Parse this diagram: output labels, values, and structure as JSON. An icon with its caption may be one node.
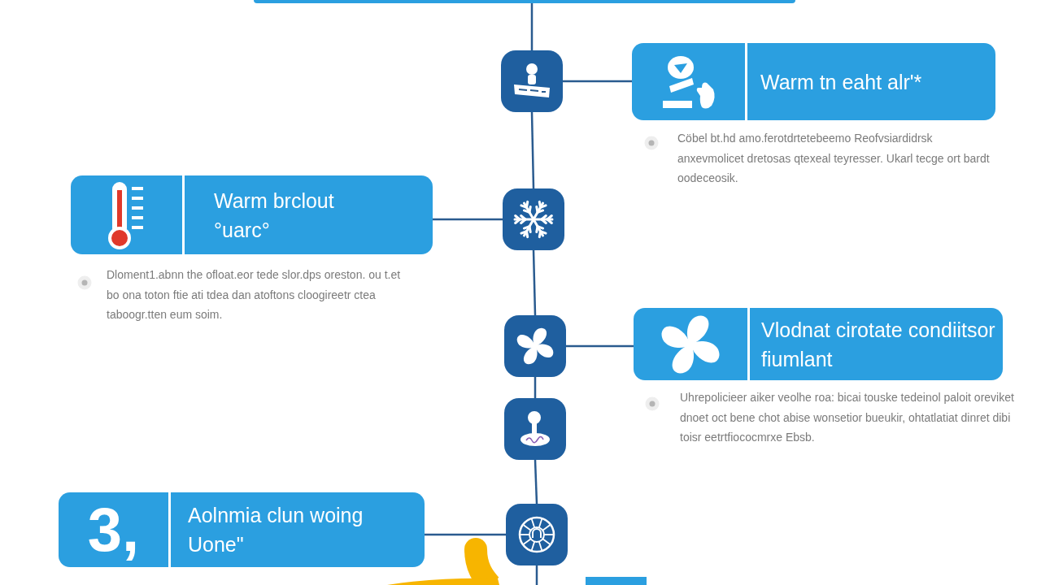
{
  "diagram": {
    "nodes": [
      {
        "text": [],
        "shape": "bar"
      },
      {
        "text": [],
        "shape": "box"
      },
      {
        "text": [
          "Warm tn eaht alr'*"
        ],
        "beside": [
          "Cöbel bt.hd amo.ferotdrtetebeemo Reofvsiardidrsk anxevmolicet dretosas qtexeal teyresser. Ukarl tecge ort bardt oodeceosik."
        ]
      },
      {
        "text": [
          "Warm brclout °uarc°"
        ],
        "beside": [
          "Dloment1.abnn the ofloat.eor tede slor.dps oreston. ou t.et bo ona toton ftie ati tdea dan atoftons cloogireetr ctea taboogr.tten eum soim."
        ]
      },
      {
        "text": [],
        "shape": "box"
      },
      {
        "text": [],
        "shape": "box"
      },
      {
        "text": [
          "Vlodnat cirotate condiitsor fiumlant"
        ],
        "beside": [
          "Uhrepolicieer aiker veolhe roa: bicai touske tedeinol paloit oreviket dnoet oct bene chot abise wonsetior bueukir, ohtatlatiat dinret dibi toisr eetrtfiococmrxe Ebsb."
        ]
      },
      {
        "text": [],
        "shape": "box"
      },
      {
        "text": [
          "3,",
          "Aolnmia clun woing Uone\""
        ]
      },
      {
        "text": [],
        "shape": "box"
      }
    ],
    "edges": [
      {
        "from": 0,
        "to": 1,
        "arrow": "none"
      },
      {
        "from": 1,
        "to": 2,
        "arrow": "none"
      },
      {
        "from": 1,
        "to": 4,
        "arrow": "none"
      },
      {
        "from": 4,
        "to": 3,
        "arrow": "none"
      },
      {
        "from": 4,
        "to": 5,
        "arrow": "none"
      },
      {
        "from": 5,
        "to": 6,
        "arrow": "none"
      },
      {
        "from": 5,
        "to": 7,
        "arrow": "none"
      },
      {
        "from": 7,
        "to": 9,
        "arrow": "none"
      },
      {
        "from": 9,
        "to": 8,
        "arrow": "none"
      },
      {
        "from": 9,
        "to": null,
        "arrow": "none"
      }
    ]
  }
}
